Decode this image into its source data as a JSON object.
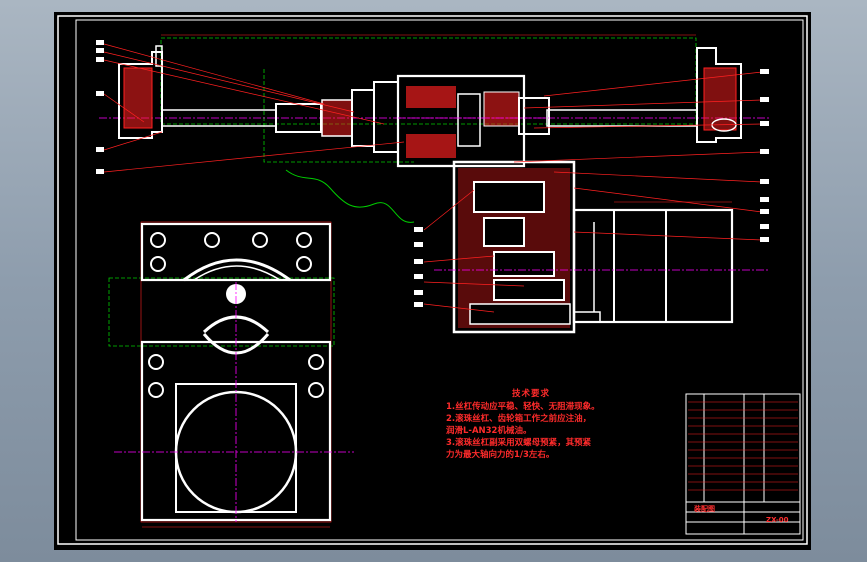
{
  "drawing": {
    "colors": {
      "outline": "#ffffff",
      "section_hatch": "#ff2020",
      "dimension": "#ff2020",
      "hidden_line": "#00d000",
      "center_line": "#ff00ff",
      "background": "#000000"
    },
    "technical_notes": {
      "title": "技术要求",
      "items": [
        "1.丝杠传动应平稳、轻快、无阻滞现象。",
        "2.滚珠丝杠、齿轮箱工作之前应注油，",
        "  润滑L-AN32机械油。",
        "3.滚珠丝杠副采用双螺母预紧，其预紧",
        "  力为最大轴向力的1/3左右。"
      ]
    },
    "title_block": {
      "part_name": "装配图",
      "sheet_ref": "ZX-00"
    }
  }
}
